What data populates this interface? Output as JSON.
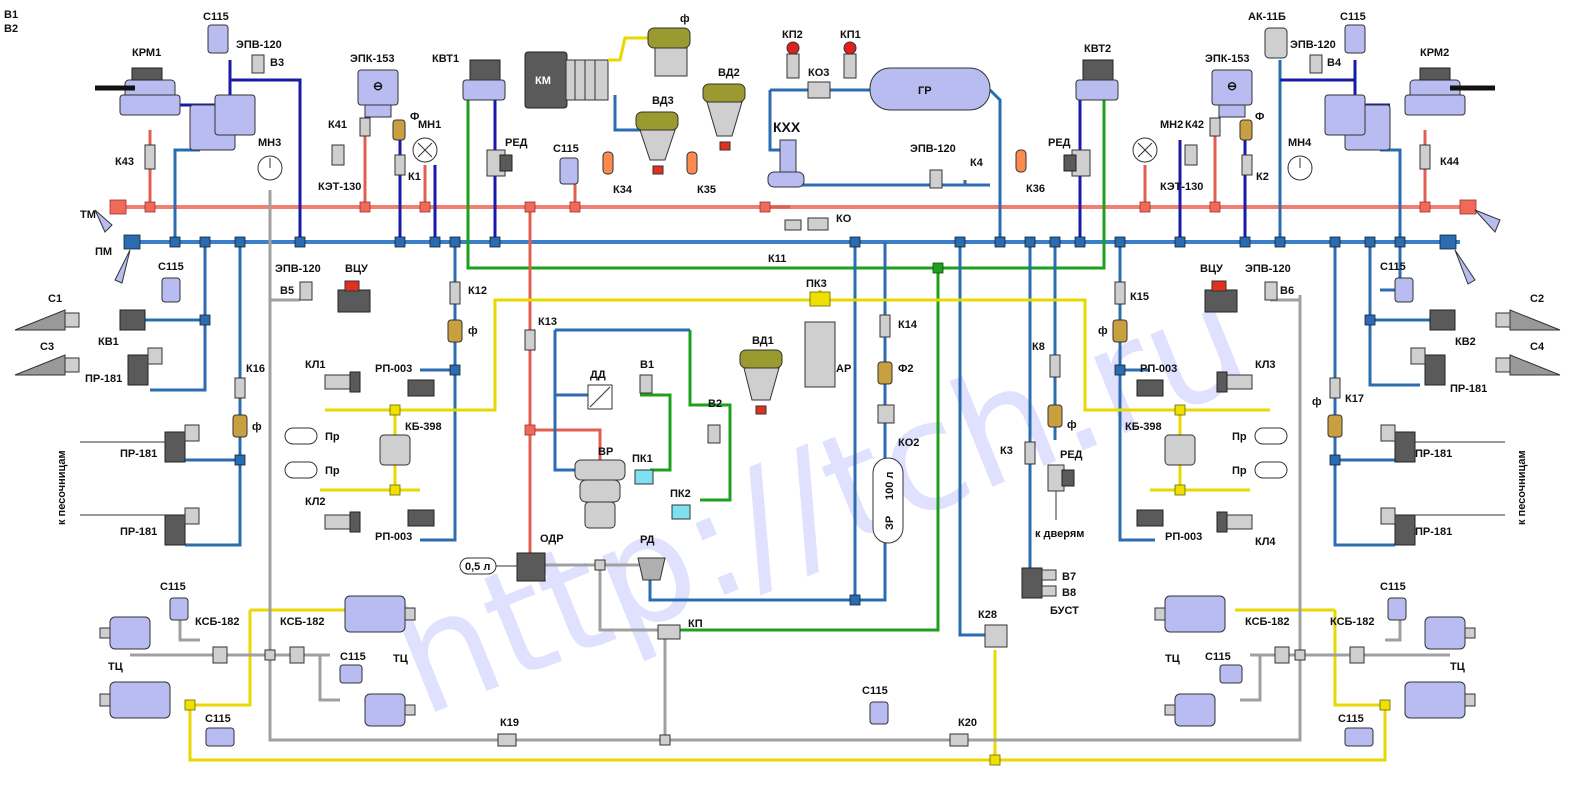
{
  "corner": {
    "line1": "В1",
    "line2": "В2"
  },
  "watermark": "http://tch.ru",
  "labels": {
    "krm1": "КРМ1",
    "krm2": "КРМ2",
    "kvt1": "КВТ1",
    "kvt2": "КВТ2",
    "epk153_left": "ЭПК-153",
    "epk153_right": "ЭПК-153",
    "epv120_top_left": "ЭПВ-120",
    "epv120_top_right": "ЭПВ-120",
    "epv120_mid_left": "ЭПВ-120",
    "epv120_mid_right": "ЭПВ-120",
    "epv120_center": "ЭПВ-120",
    "c115_top_left": "С115",
    "c115_top_right": "С115",
    "c115_center_top": "С115",
    "c115_left_kv": "С115",
    "c115_right_kv": "С115",
    "c115_bl_1": "С115",
    "c115_bl_2": "С115",
    "c115_bl_3": "С115",
    "c115_br_1": "С115",
    "c115_br_2": "С115",
    "c115_br_3": "С115",
    "c115_bottom": "С115",
    "b3": "В3",
    "b4": "В4",
    "b5": "В5",
    "b6": "В6",
    "b1": "В1",
    "b2": "В2",
    "b7": "В7",
    "b8": "В8",
    "km": "КМ",
    "f_top": "ф",
    "vd3": "ВД3",
    "vd2": "ВД2",
    "vd1": "ВД1",
    "kp2": "КП2",
    "kp1": "КП1",
    "ko3": "КО3",
    "gr": "ГР",
    "kxx": "КХХ",
    "ak11b": "АК-11Б",
    "k41": "К41",
    "k42": "К42",
    "k43": "К43",
    "k44": "К44",
    "k1": "К1",
    "k2": "К2",
    "k4": "К4",
    "k34": "К34",
    "k35": "К35",
    "k36": "К36",
    "f_left": "Ф",
    "f_right": "Ф",
    "mn1": "МН1",
    "mn2": "МН2",
    "mn3": "МН3",
    "mn4": "МН4",
    "ket130_left": "КЭТ-130",
    "ket130_right": "КЭТ-130",
    "red_left": "РЕД",
    "red_right": "РЕД",
    "red_k8": "РЕД",
    "tm": "ТМ",
    "pm": "ПМ",
    "k11": "К11",
    "ko": "КО",
    "c1": "С1",
    "c2": "С2",
    "c3": "С3",
    "c4": "С4",
    "kv1": "КВ1",
    "kv2": "КВ2",
    "pr181_l1": "ПР-181",
    "pr181_l2": "ПР-181",
    "pr181_l3": "ПР-181",
    "pr181_r1": "ПР-181",
    "pr181_r2": "ПР-181",
    "pr181_r3": "ПР-181",
    "vcu_left": "ВЦУ",
    "vcu_right": "ВЦУ",
    "k12": "К12",
    "k13": "К13",
    "k14": "К14",
    "k15": "К15",
    "k16": "К16",
    "k17": "К17",
    "k8": "К8",
    "k3": "К3",
    "k19": "К19",
    "k20": "К20",
    "k28": "К28",
    "f_k12": "ф",
    "f_k16": "ф",
    "f_k15": "ф",
    "f_k17": "ф",
    "f_k8": "ф",
    "f2": "Ф2",
    "pk3": "ПК3",
    "ar": "АР",
    "dd": "ДД",
    "vr": "ВР",
    "pk1": "ПК1",
    "pk2": "ПК2",
    "rd": "РД",
    "odr": "ОДР",
    "volume_odr": "0,5 л",
    "kp": "КП",
    "ko2": "КО2",
    "zr": "ЗР",
    "zr_volume": "100 л",
    "kl1": "КЛ1",
    "kl2": "КЛ2",
    "kl3": "КЛ3",
    "kl4": "КЛ4",
    "rp003_l1": "РП-003",
    "rp003_l2": "РП-003",
    "rp003_r1": "РП-003",
    "rp003_r2": "РП-003",
    "kb398_left": "КБ-398",
    "kb398_right": "КБ-398",
    "pr_l1": "Пр",
    "pr_l2": "Пр",
    "pr_r1": "Пр",
    "pr_r2": "Пр",
    "sand_left": "к песочницам",
    "sand_right": "к песочницам",
    "doors": "к дверям",
    "bust": "БУСТ",
    "ksb182_l1": "КСБ-182",
    "ksb182_l2": "КСБ-182",
    "ksb182_r1": "КСБ-182",
    "ksb182_r2": "КСБ-182",
    "tc_left": "ТЦ",
    "tc_mid_left": "ТЦ",
    "tc_mid_right": "ТЦ",
    "tc_right": "ТЦ"
  },
  "colors": {
    "brake_line": "#f08070",
    "supply_line": "#3a7fc8",
    "control_line": "#1ea01e",
    "cylinder_line": "#e8d800",
    "aux_line": "#a0a0a0",
    "device": "#b8bcf0"
  }
}
